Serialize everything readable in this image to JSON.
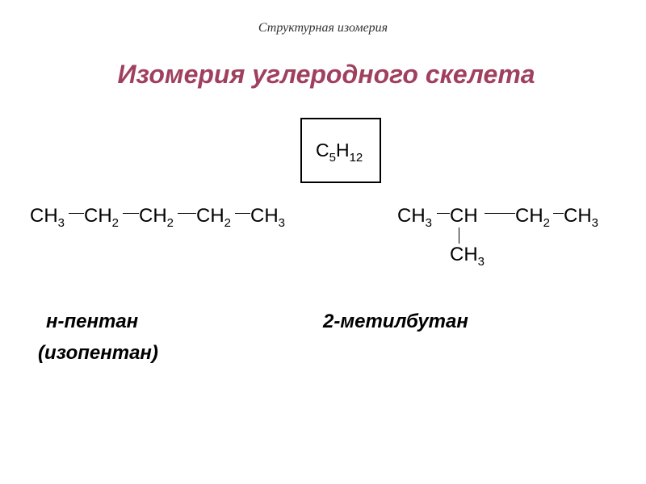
{
  "subtitle": "Структурная изомерия",
  "title": "Изомерия углеродного скелета",
  "formula": {
    "element1": "C",
    "count1": "5",
    "element2": "H",
    "count2": "12"
  },
  "pentane": {
    "groups": [
      {
        "base": "CH",
        "sub": "3"
      },
      {
        "base": "CH",
        "sub": "2"
      },
      {
        "base": "CH",
        "sub": "2"
      },
      {
        "base": "CH",
        "sub": "2"
      },
      {
        "base": "CH",
        "sub": "3"
      }
    ],
    "name": "н-пентан",
    "alt_name": "(изопентан)"
  },
  "methylbutane": {
    "groups": [
      {
        "base": "CH",
        "sub": "3"
      },
      {
        "base": "CH",
        "sub": ""
      },
      {
        "base": "CH",
        "sub": "2"
      },
      {
        "base": "CH",
        "sub": "3"
      }
    ],
    "branch": {
      "base": "CH",
      "sub": "3"
    },
    "name": "2-метилбутан"
  }
}
